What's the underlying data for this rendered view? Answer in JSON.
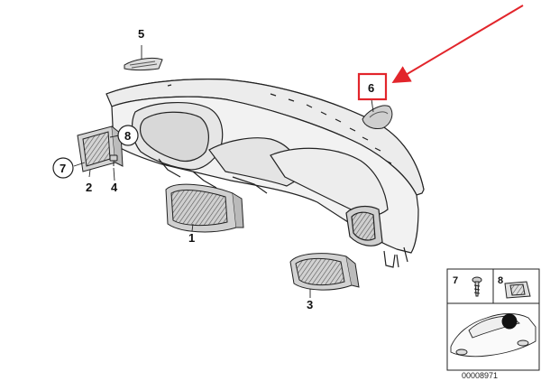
{
  "diagram": {
    "part_labels": [
      "5",
      "6",
      "8",
      "7",
      "2",
      "4",
      "1",
      "3"
    ],
    "inset_labels": [
      "7",
      "8"
    ],
    "reference_number": "00008971",
    "highlight_color": "#e2252b",
    "arrow_color": "#e2252b",
    "highlighted_part": "6"
  }
}
